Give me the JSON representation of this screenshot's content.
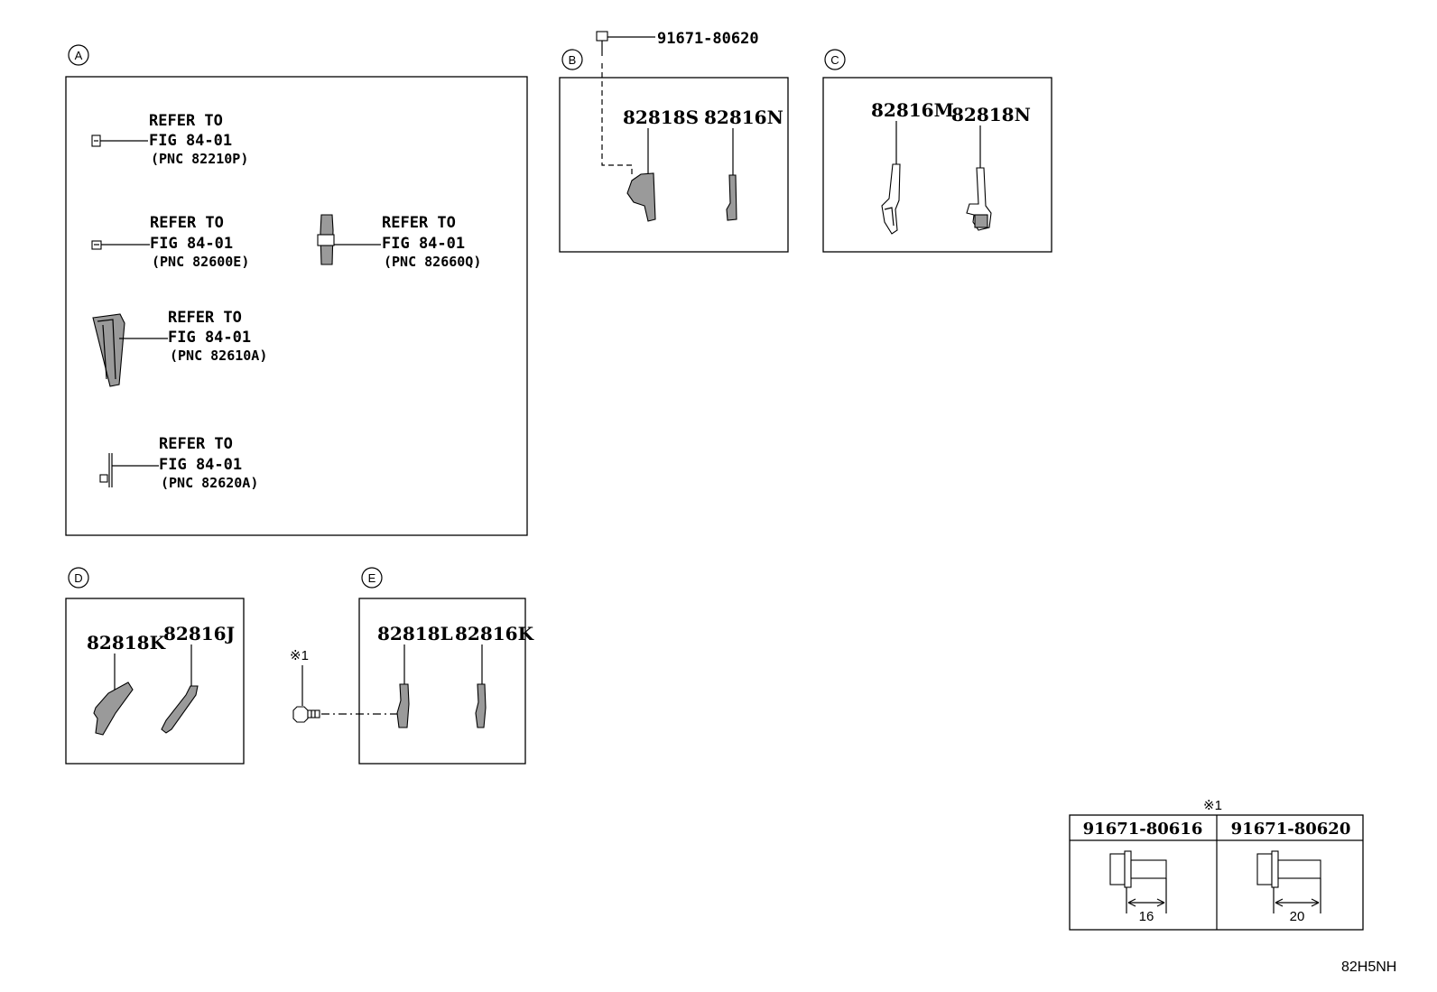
{
  "sections": {
    "a": {
      "letter": "A"
    },
    "b": {
      "letter": "B"
    },
    "c": {
      "letter": "C"
    },
    "d": {
      "letter": "D"
    },
    "e": {
      "letter": "E"
    }
  },
  "refer_items": [
    {
      "line1": "REFER TO",
      "line2": "FIG 84-01",
      "line3": "(PNC 82210P)"
    },
    {
      "line1": "REFER TO",
      "line2": "FIG 84-01",
      "line3": "(PNC 82600E)"
    },
    {
      "line1": "REFER TO",
      "line2": "FIG 84-01",
      "line3": "(PNC 82660Q)"
    },
    {
      "line1": "REFER TO",
      "line2": "FIG 84-01",
      "line3": "(PNC 82610A)"
    },
    {
      "line1": "REFER TO",
      "line2": "FIG 84-01",
      "line3": "(PNC 82620A)"
    }
  ],
  "parts": {
    "bolt_top": "91671-80620",
    "b_left": "82818S",
    "b_right": "82816N",
    "c_left": "82816M",
    "c_right": "82818N",
    "d_left": "82818K",
    "d_right": "82816J",
    "e_left": "82818L",
    "e_right": "82816K",
    "note_mark": "※1"
  },
  "bolt_table": {
    "note_mark": "※1",
    "columns": [
      {
        "part": "91671-80616",
        "length": "16"
      },
      {
        "part": "91671-80620",
        "length": "20"
      }
    ]
  },
  "diagram_id": "82H5NH"
}
